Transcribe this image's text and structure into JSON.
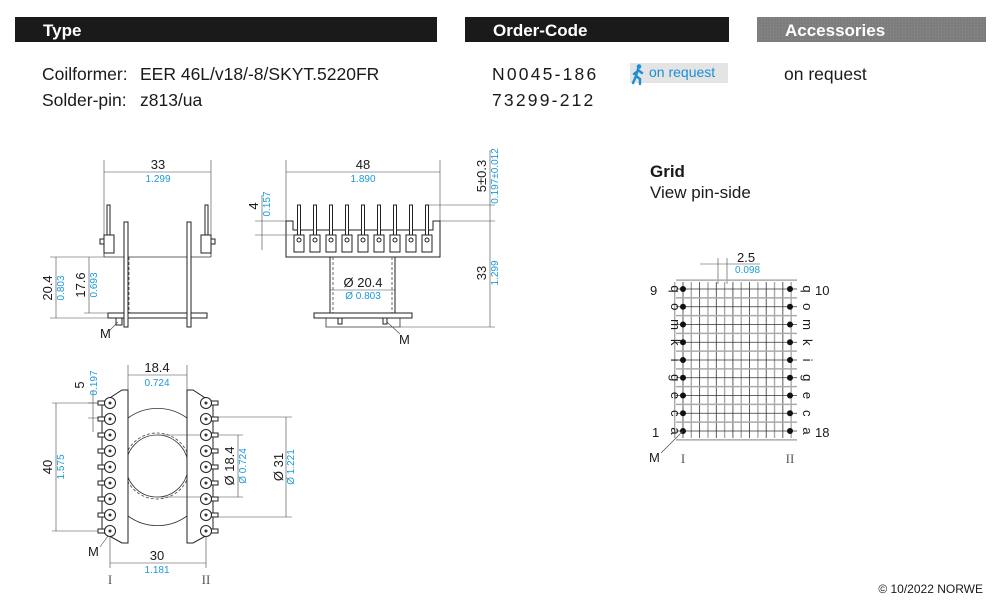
{
  "header": {
    "type_label": "Type",
    "order_code_label": "Order-Code",
    "accessories_label": "Accessories"
  },
  "type": {
    "coilformer_label": "Coilformer:",
    "coilformer_value": "EER 46L/v18/-8/SKYT.5220FR",
    "solder_pin_label": "Solder-pin:",
    "solder_pin_value": "z813/ua"
  },
  "order_codes": [
    "N0045-186",
    "73299-212"
  ],
  "badge": {
    "label": "on request",
    "icon": "walking-person-icon"
  },
  "accessories": {
    "value": "on request"
  },
  "side_view": {
    "width": "33",
    "width_in": "1.299",
    "height": "20.4",
    "height_in": "0.803",
    "inner": "17.6",
    "inner_in": "0.693",
    "marker": "M"
  },
  "front_view": {
    "width": "48",
    "width_in": "1.890",
    "pin": "4",
    "pin_in": "0.157",
    "offset": "5±0.3",
    "offset_in": "0.197±0.012",
    "height": "33",
    "height_in": "1.299",
    "core": "Ø 20.4",
    "core_in": "Ø 0.803",
    "marker": "M"
  },
  "bottom_view": {
    "gap": "18.4",
    "gap_in": "0.724",
    "pitch": "5",
    "pitch_in": "0.197",
    "span": "40",
    "span_in": "1.575",
    "inner_d": "Ø 18.4",
    "inner_d_in": "Ø 0.724",
    "outer_d": "Ø 31",
    "outer_d_in": "Ø 1.221",
    "row": "30",
    "row_in": "1.181",
    "marker": "M",
    "side1": "I",
    "side2": "II"
  },
  "grid": {
    "title": "Grid",
    "subtitle": "View pin-side",
    "pitch": "2.5",
    "pitch_in": "0.098",
    "left_top": "9",
    "left_bottom": "1",
    "right_top": "10",
    "right_bottom": "18",
    "letters": [
      "q",
      "o",
      "m",
      "k",
      "i",
      "g",
      "e",
      "c",
      "a"
    ],
    "marker": "M",
    "side1": "I",
    "side2": "II"
  },
  "colors": {
    "accent_blue": "#1a9ad6",
    "bar": "#1a1a1a",
    "bar_grey": "#7d7d7d"
  },
  "footer": "© 10/2022 NORWE"
}
